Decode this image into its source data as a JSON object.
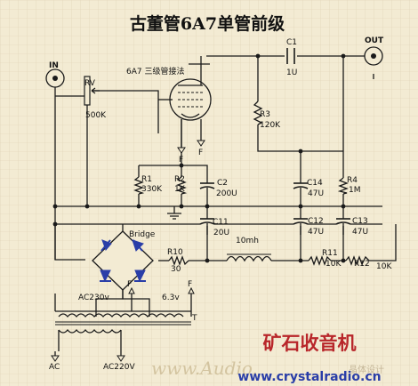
{
  "title": "古董管6A7单管前级",
  "components": {
    "in": "IN",
    "out": "OUT",
    "rv": "RV",
    "rv_val": "500K",
    "tube_label": "6A7 三级管接法",
    "c1": "C1",
    "c1_val": "1U",
    "r3": "R3",
    "r3_val": "120K",
    "r1": "R1",
    "r1_val": "330K",
    "r2": "R2",
    "r2_val": "1K",
    "c2": "C2",
    "c2_val": "200U",
    "c14": "C14",
    "c14_val": "47U",
    "r4": "R4",
    "r4_val": "1M",
    "c11": "C11",
    "c11_val": "20U",
    "c12": "C12",
    "c12_val": "47U",
    "c13": "C13",
    "c13_val": "47U",
    "bridge": "Bridge",
    "r10": "R10",
    "r10_val": "30",
    "choke": "10mh",
    "r11": "R11",
    "r11_val": "10K",
    "r12": "R12",
    "r12_val": "10K",
    "ac230": "AC230v",
    "v63": "6.3v",
    "f": "F",
    "t": "T",
    "ac": "AC",
    "ac220": "AC220V"
  },
  "watermark": {
    "site": "www.Audio.",
    "small": "晶体设计"
  },
  "logo": {
    "name": "矿石收音机",
    "url": "www.crystalradio.cn"
  }
}
